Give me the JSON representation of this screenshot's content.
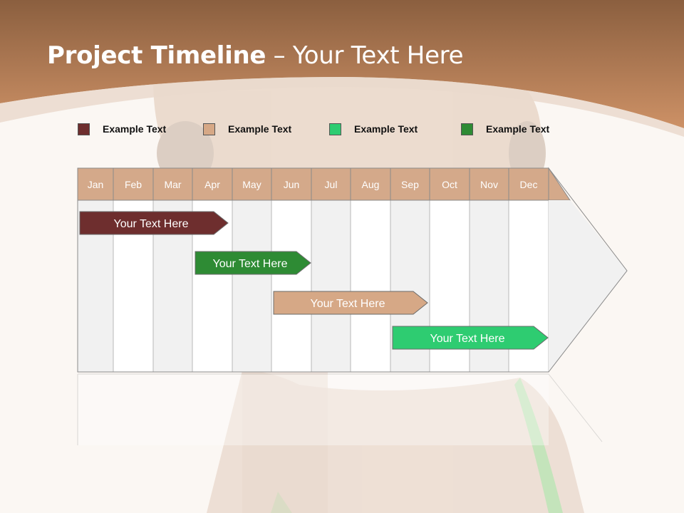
{
  "title": {
    "bold": "Project Timeline",
    "rest": " – Your Text Here"
  },
  "legend": [
    {
      "label": "Example Text",
      "color": "#6e2e2e"
    },
    {
      "label": "Example Text",
      "color": "#d6a886"
    },
    {
      "label": "Example Text",
      "color": "#2ecc71"
    },
    {
      "label": "Example Text",
      "color": "#2e8b34"
    }
  ],
  "months": [
    "Jan",
    "Feb",
    "Mar",
    "Apr",
    "May",
    "Jun",
    "Jul",
    "Aug",
    "Sep",
    "Oct",
    "Nov",
    "Dec"
  ],
  "bars": [
    {
      "label": "Your  Text Here",
      "color": "#6e2e2e"
    },
    {
      "label": "Your  Text Here",
      "color": "#2e8b34"
    },
    {
      "label": "Your  Text Here",
      "color": "#d6a886"
    },
    {
      "label": "Your  Text Here",
      "color": "#2ecc71"
    }
  ],
  "colors": {
    "header": "#d4a98a",
    "band_top": "#8c5e3c",
    "band_bottom": "#c98e62"
  }
}
